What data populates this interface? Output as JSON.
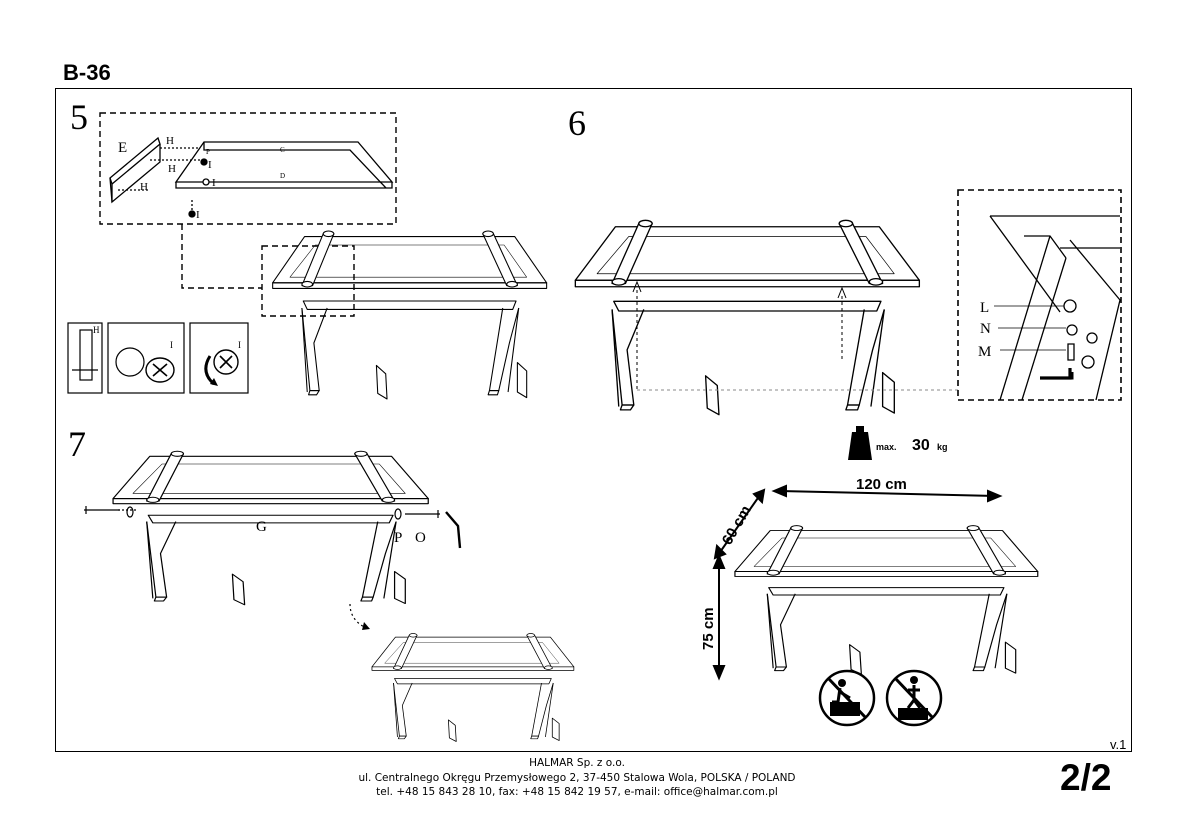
{
  "document": {
    "model": "B-36",
    "version": "v.1",
    "page": "2/2"
  },
  "steps": [
    {
      "number": "5"
    },
    {
      "number": "6"
    },
    {
      "number": "7"
    }
  ],
  "labels": {
    "E": "E",
    "H": "H",
    "I": "I",
    "C": "C",
    "D": "D",
    "P": "P",
    "L": "L",
    "N": "N",
    "M": "M",
    "G": "G",
    "O": "O"
  },
  "dimensions": {
    "max_prefix": "max.",
    "max_value": "30",
    "max_unit": "kg",
    "width": "120 cm",
    "depth": "60 cm",
    "height": "75 cm"
  },
  "footer": {
    "company": "HALMAR Sp. z o.o.",
    "address": "ul. Centralnego Okręgu Przemysłowego 2, 37-450 Stalowa Wola, POLSKA / POLAND",
    "contact": "tel. +48 15 843 28 10, fax: +48 15 842 19 57, e-mail: office@halmar.com.pl"
  },
  "icons": [
    "weight-icon",
    "no-standing-icon",
    "no-sitting-icon",
    "allen-key-icon",
    "cam-lock-icon",
    "screwdriver-rotate-icon"
  ]
}
